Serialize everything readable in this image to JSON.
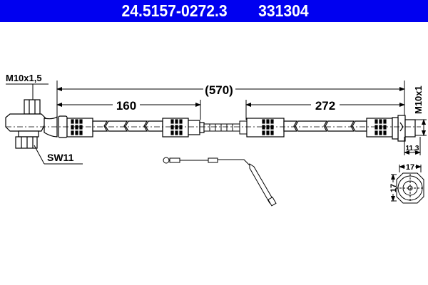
{
  "header": {
    "part_number": "24.5157-0272.3",
    "ref_number": "331304",
    "background_color": "#0000f0",
    "text_color": "#ffffff"
  },
  "dimensions": {
    "total_length": "(570)",
    "left_section": "160",
    "right_section": "272",
    "left_thread": "M10x1,5",
    "left_wrench": "SW11",
    "right_thread": "M10x1",
    "right_offset": "11,3",
    "flange_width": "17",
    "flange_height": "17"
  },
  "views": {
    "main": "brake-hose-side-view",
    "installed": "brake-hose-installed-view",
    "end": "fitting-end-view"
  }
}
